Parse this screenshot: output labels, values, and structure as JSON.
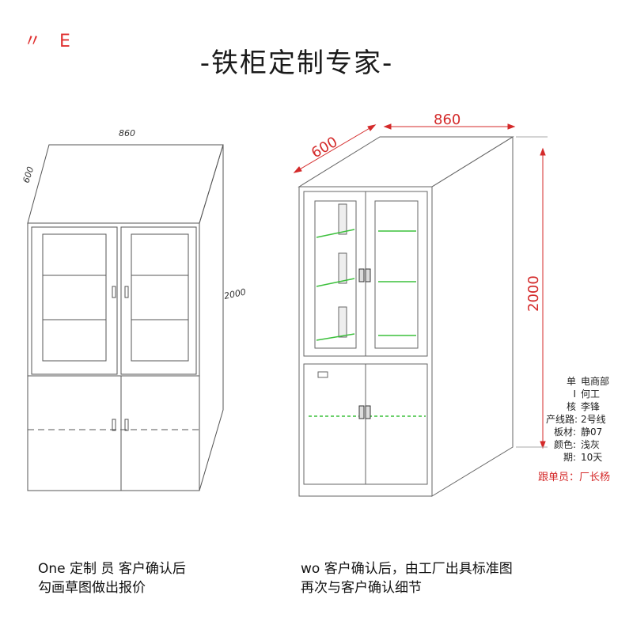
{
  "header": {
    "title": "-铁柜定制专家-",
    "corner_mark": "〃 E"
  },
  "sketch": {
    "width_label": "860",
    "depth_label": "600",
    "height_label": "2000"
  },
  "drawing": {
    "width_label": "860",
    "depth_label": "600",
    "height_label": "2000"
  },
  "spec_table": {
    "rows": [
      {
        "key": "单",
        "value": "电商部"
      },
      {
        "key": "I",
        "value": "何工"
      },
      {
        "key": "核",
        "value": "李锋"
      },
      {
        "key": "产线路:",
        "value": "2号线"
      },
      {
        "key": "板材:",
        "value": "静07"
      },
      {
        "key": "颜色:",
        "value": "浅灰"
      },
      {
        "key": "期:",
        "value": "10天"
      }
    ],
    "follow_up": "跟单员：厂长杨"
  },
  "captions": {
    "left_line1": "One 定制  员     客户确认后",
    "left_line2": "勾画草图做出报价",
    "right_line1": "wo   客户确认后，由工厂出具标准图",
    "right_line2": "再次与客户确认细节"
  },
  "colors": {
    "dimension": "#d42a2a",
    "shelf": "#3cc03c",
    "line": "#555555"
  }
}
